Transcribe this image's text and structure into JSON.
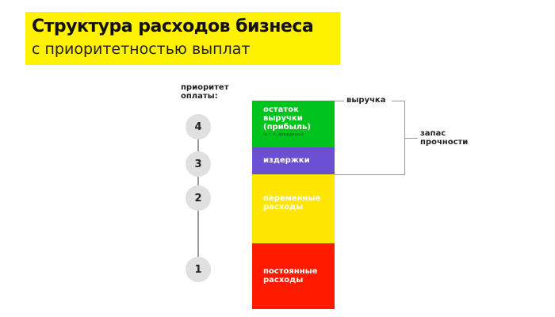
{
  "header": {
    "title": "Структура расходов бизнеса",
    "subtitle": "с приоритетностью выплат"
  },
  "priority": {
    "label_line1": "приоритет",
    "label_line2": "оплаты:",
    "levels": [
      "4",
      "3",
      "2",
      "1"
    ]
  },
  "bar": {
    "profit": {
      "line1": "остаток",
      "line2": "выручки",
      "line3": "(прибыль)",
      "note": "(в т. ч. дивиденды)",
      "color": "#00c31d"
    },
    "costs": {
      "label": "издержки",
      "color": "#6a4fd2"
    },
    "variable": {
      "line1": "переменные",
      "line2": "расходы",
      "color": "#ffe600"
    },
    "fixed": {
      "line1": "постоянные",
      "line2": "расходы",
      "color": "#ff1a00"
    }
  },
  "revenue": {
    "label": "выручка"
  },
  "safety": {
    "line1": "запас",
    "line2": "прочности"
  }
}
